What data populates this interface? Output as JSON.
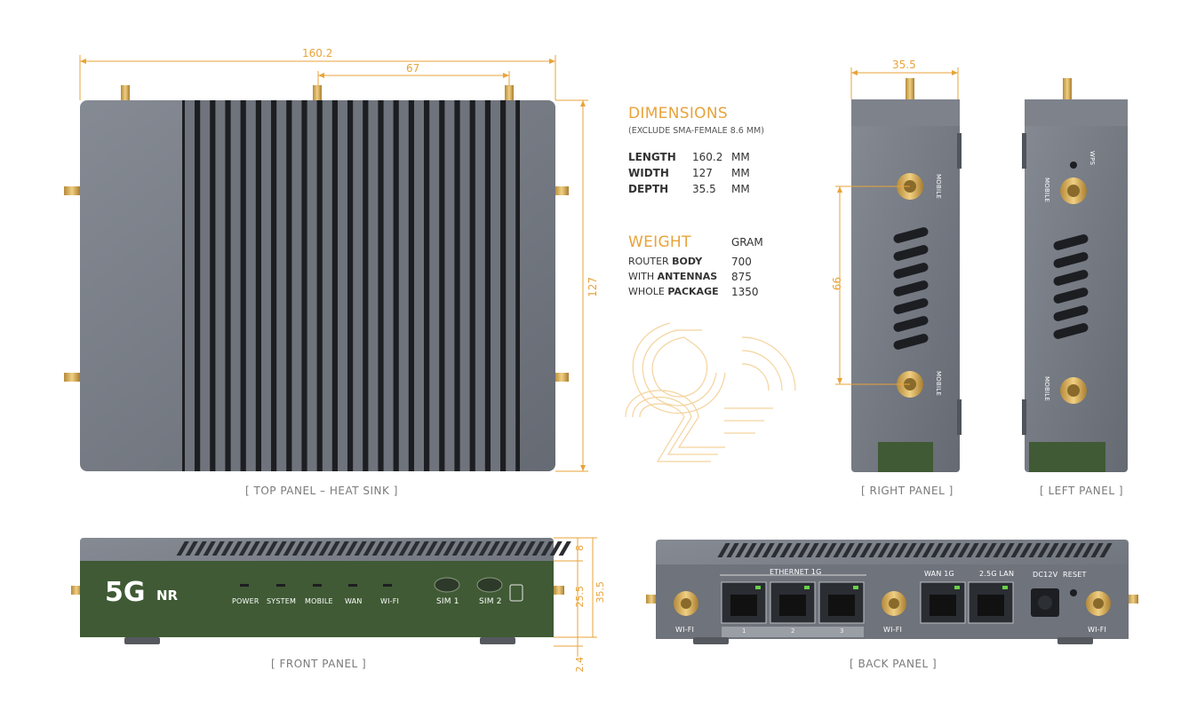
{
  "dimensions": {
    "top_width": "160.2",
    "top_inner": "67",
    "top_height": "127",
    "side_width": "35.5",
    "side_height": "66",
    "front_top": "8",
    "front_mid": "25.5",
    "front_total": "35.5",
    "front_bottom": "2.4"
  },
  "specs": {
    "dim_title": "DIMENSIONS",
    "dim_note": "(EXCLUDE SMA-FEMALE 8.6 MM)",
    "rows": [
      {
        "label": "LENGTH",
        "value": "160.2",
        "unit": "MM"
      },
      {
        "label": "WIDTH",
        "value": "127",
        "unit": "MM"
      },
      {
        "label": "DEPTH",
        "value": "35.5",
        "unit": "MM"
      }
    ],
    "weight_title": "WEIGHT",
    "weight_unit": "GRAM",
    "weights": [
      {
        "pre": "ROUTER",
        "bold": "BODY",
        "boldFirst": false,
        "value": "700"
      },
      {
        "pre": "WITH",
        "bold": "ANTENNAS",
        "boldFirst": false,
        "value": "875"
      },
      {
        "pre": "WHOLE",
        "bold": "PACKAGE",
        "boldFirst": false,
        "value": "1350"
      }
    ]
  },
  "captions": {
    "top": "[ TOP PANEL – HEAT SINK ]",
    "right": "[ RIGHT PANEL ]",
    "left": "[ LEFT PANEL ]",
    "front": "[ FRONT PANEL ]",
    "back": "[ BACK PANEL ]"
  },
  "front_panel": {
    "logo_5g": "5G",
    "logo_nr": "NR",
    "leds": [
      "POWER",
      "SYSTEM",
      "MOBILE",
      "WAN",
      "WI-FI"
    ],
    "sims": [
      "SIM 1",
      "SIM 2"
    ]
  },
  "back_panel": {
    "ethernet_label": "ETHERNET 1G",
    "wan_label": "WAN 1G",
    "lan_label": "2.5G LAN",
    "dc_label": "DC12V",
    "reset_label": "RESET",
    "wifi_label": "WI-FI",
    "port_numbers": [
      "1",
      "2",
      "3"
    ]
  },
  "side_labels": {
    "mobile": "MOBILE",
    "wps": "WPS"
  },
  "colors": {
    "accent": "#e8a33a",
    "metal": "#737882",
    "green_panel": "#3f5a34"
  }
}
